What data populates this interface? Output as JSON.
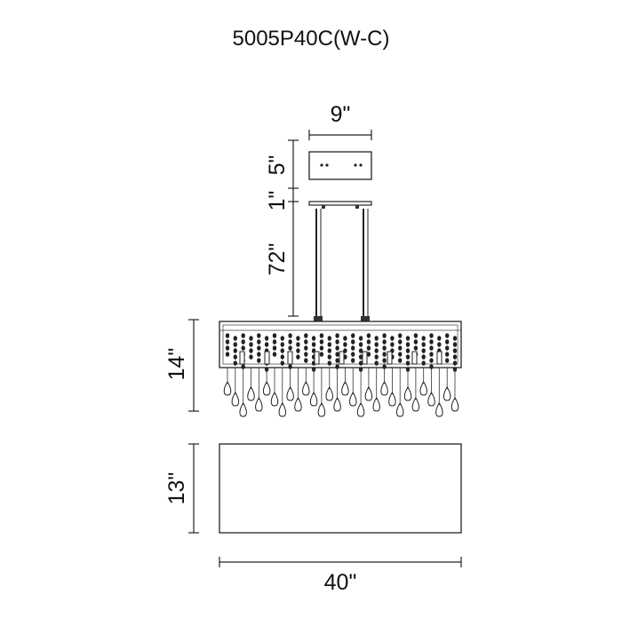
{
  "title": "5005P40C(W-C)",
  "dimensions": {
    "canopy_width": "9\"",
    "canopy_height": "5\"",
    "canopy_gap": "1\"",
    "rod_length": "72\"",
    "fixture_height": "14\"",
    "shade_height": "13\"",
    "overall_width": "40\""
  },
  "colors": {
    "line": "#222222",
    "text": "#111111",
    "background": "#ffffff"
  }
}
